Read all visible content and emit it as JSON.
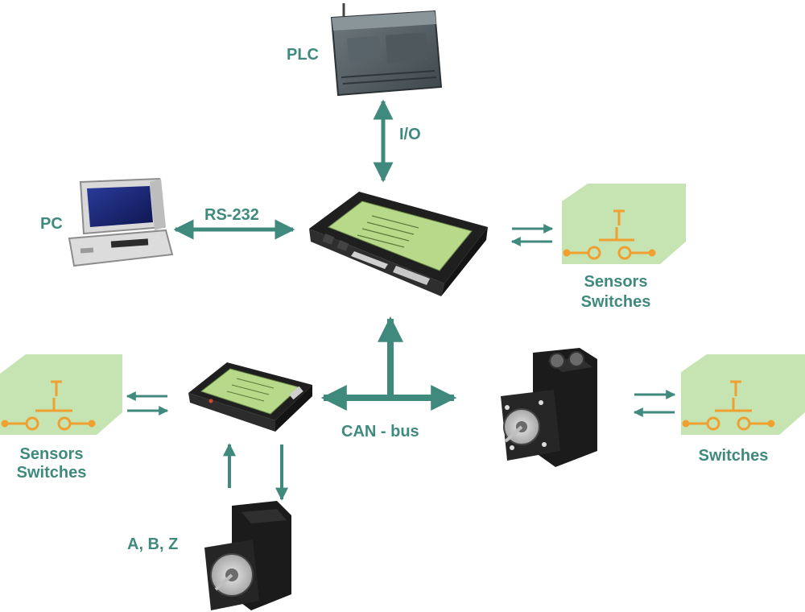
{
  "colors": {
    "teal": "#3f8a7d",
    "panel_green": "#c6e3b2",
    "switch_orange": "#f0a030",
    "device_dark": "#232323",
    "controller_green": "#b8d98a",
    "monitor_blue": "#1c2a78"
  },
  "labels": {
    "plc": "PLC",
    "io": "I/O",
    "pc": "PC",
    "rs232": "RS-232",
    "can_bus": "CAN - bus",
    "abz": "A, B, Z",
    "right_panel_line1": "Sensors",
    "right_panel_line2": "Switches",
    "left_panel_line1": "Sensors",
    "left_panel_line2": "Switches",
    "far_right_panel": "Switches"
  },
  "icons": {
    "plc": "plc-device-icon",
    "pc": "desktop-computer-icon",
    "main_controller": "motor-controller-icon",
    "small_controller": "compact-controller-icon",
    "integrated_motor": "integrated-stepper-motor-icon",
    "stepper_motor": "stepper-motor-icon",
    "switch": "push-switch-icon"
  }
}
